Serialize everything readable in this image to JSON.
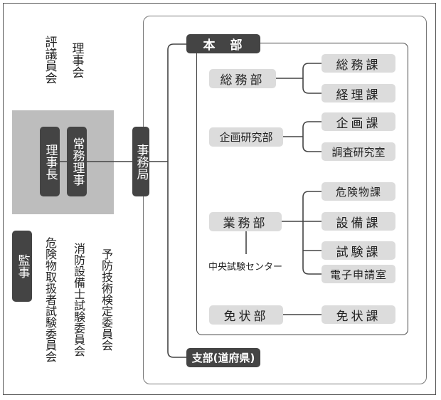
{
  "nodes": {
    "hyogiinkai": "評議員会",
    "rijikai": "理事会",
    "richo": "理事長",
    "jomu_riji": "常務理事",
    "kanji": "監事",
    "kiken_iinkai": "危険物取扱者試験委員会",
    "shobo_iinkai": "消防設備士試験委員会",
    "yobo_iinkai": "予防技術検定委員会",
    "jimukyoku": "事務局",
    "honbu": "本　部",
    "somubu": "総務部",
    "somuka": "総務課",
    "keirika": "経理課",
    "kikakubu": "企画研究部",
    "kikakuka": "企画課",
    "chosa_shitsu": "調査研究室",
    "gyomubu": "業務部",
    "center": "中央試験センター",
    "kikenbutsuka": "危険物課",
    "setsubika": "設備課",
    "shikenka": "試験課",
    "denshi_shitsu": "電子申請室",
    "menjobu": "免状部",
    "menjoka": "免状課",
    "shibu": "支部(道府県)"
  }
}
